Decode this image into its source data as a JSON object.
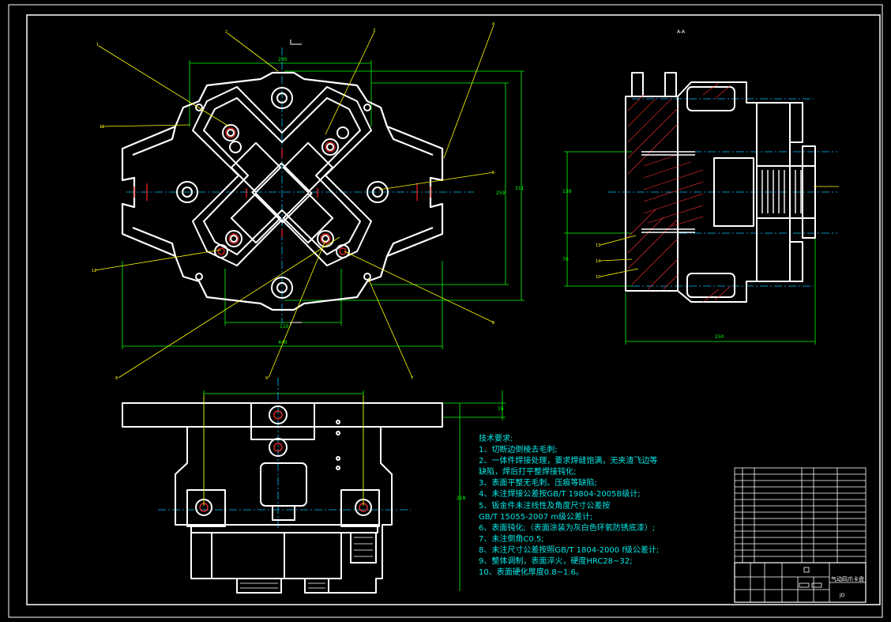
{
  "drawing": {
    "title_block": {
      "title": "气动四爪卡盘",
      "sub": "JD"
    },
    "section_label": "A-A",
    "notes": {
      "heading": "技术要求:",
      "lines": [
        "1、切断边倒棱去毛刺;",
        "2、一体件焊接处理，要求焊缝饱满，无夹渣飞边等",
        "缺陷，焊后打平整焊接钝化;",
        "3、表面平整无毛刺、压痕等缺陷;",
        "4、未注焊接公差按GB/T 19804-2005B级计;",
        "5、钣金件未注线性及角度尺寸公差按",
        "GB/T 15055-2007 m级公差计;",
        "6、表面钝化;（表面涂装为灰白色环氧防锈底漆）;",
        "7、未注倒角C0.5;",
        "8、未注尺寸公差按照GB/T 1804-2000 f级公差计;",
        "9、整体调制，表面淬火，硬度HRC28~32;",
        "10、表面硬化厚度0.8~1.6。"
      ]
    },
    "dimensions": {
      "top_width": "290",
      "overall_width": "440",
      "inner_width": "110",
      "height_a": "259",
      "height_b": "311",
      "side_width": "250",
      "side_height": "139",
      "side_small": "70",
      "front_height": "218",
      "front_thick": "16"
    },
    "balloons": [
      "1",
      "2",
      "3",
      "4",
      "5",
      "6",
      "7",
      "8",
      "9",
      "10",
      "11",
      "12",
      "13",
      "14"
    ]
  }
}
